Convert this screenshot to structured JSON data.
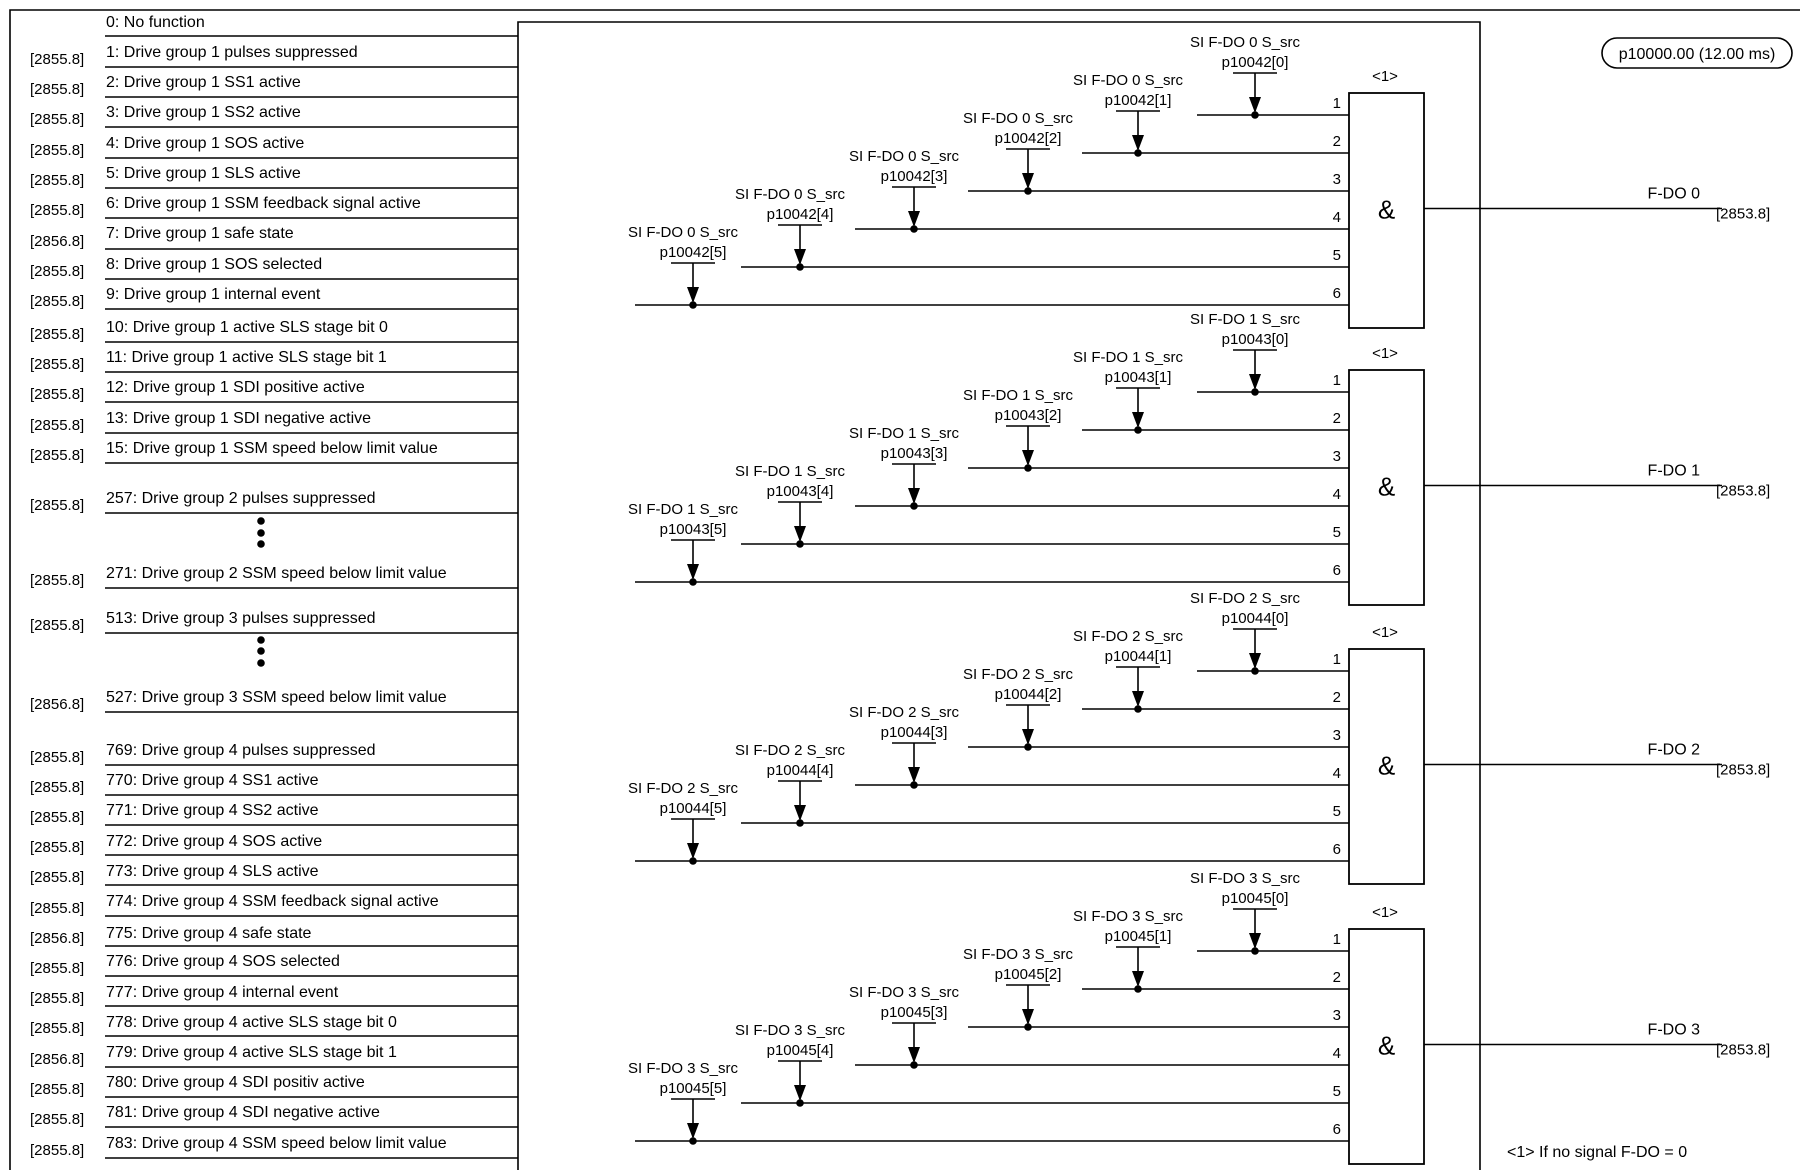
{
  "signal_list": [
    {
      "text": "0:    No function",
      "ref": ""
    },
    {
      "text": "1:    Drive group 1 pulses suppressed",
      "ref": "[2855.8]"
    },
    {
      "text": "2:    Drive group 1 SS1 active",
      "ref": "[2855.8]"
    },
    {
      "text": "3:    Drive group 1 SS2 active",
      "ref": "[2855.8]"
    },
    {
      "text": "4:    Drive group 1 SOS active",
      "ref": "[2855.8]"
    },
    {
      "text": "5:    Drive group 1 SLS active",
      "ref": "[2855.8]"
    },
    {
      "text": "6:    Drive group 1 SSM feedback signal active",
      "ref": "[2855.8]"
    },
    {
      "text": "7:    Drive group 1 safe state",
      "ref": "[2856.8]"
    },
    {
      "text": "8:    Drive group 1 SOS selected",
      "ref": "[2855.8]"
    },
    {
      "text": "9:    Drive group 1 internal event",
      "ref": "[2855.8]"
    },
    {
      "text": "10:  Drive group 1 active SLS stage bit 0",
      "ref": "[2855.8]"
    },
    {
      "text": "11:  Drive group 1 active SLS stage bit 1",
      "ref": "[2855.8]"
    },
    {
      "text": "12:  Drive group 1 SDI positive active",
      "ref": "[2855.8]"
    },
    {
      "text": "13:  Drive group 1 SDI negative active",
      "ref": "[2855.8]"
    },
    {
      "text": "15:  Drive group 1 SSM speed below limit value",
      "ref": "[2855.8]"
    },
    {
      "text": "257: Drive group 2 pulses suppressed",
      "ref": "[2855.8]"
    },
    {
      "text": "271: Drive group 2 SSM speed below limit value",
      "ref": "[2855.8]"
    },
    {
      "text": "513: Drive group 3 pulses suppressed",
      "ref": "[2855.8]"
    },
    {
      "text": "527: Drive group 3 SSM speed below limit value",
      "ref": "[2856.8]"
    },
    {
      "text": "769: Drive group 4 pulses suppressed",
      "ref": "[2855.8]"
    },
    {
      "text": "770: Drive group 4 SS1 active",
      "ref": "[2855.8]"
    },
    {
      "text": "771: Drive group 4 SS2 active",
      "ref": "[2855.8]"
    },
    {
      "text": "772: Drive group 4 SOS active",
      "ref": "[2855.8]"
    },
    {
      "text": "773: Drive group 4 SLS active",
      "ref": "[2855.8]"
    },
    {
      "text": "774: Drive group 4 SSM feedback signal active",
      "ref": "[2855.8]"
    },
    {
      "text": "775: Drive group 4 safe state",
      "ref": "[2856.8]"
    },
    {
      "text": "776: Drive group 4 SOS selected",
      "ref": "[2855.8]"
    },
    {
      "text": "777: Drive group 4 internal event",
      "ref": "[2855.8]"
    },
    {
      "text": "778: Drive group 4 active SLS stage bit 0",
      "ref": "[2855.8]"
    },
    {
      "text": "779: Drive group 4 active SLS stage bit 1",
      "ref": "[2856.8]"
    },
    {
      "text": "780: Drive group 4 SDI positiv active",
      "ref": "[2855.8]"
    },
    {
      "text": "781: Drive group 4 SDI negative active",
      "ref": "[2855.8]"
    },
    {
      "text": "783: Drive group 4 SSM speed below limit value",
      "ref": "[2855.8]"
    }
  ],
  "sample_time": "p10000.00 (12.00 ms)",
  "gate_symbol": "&",
  "note_marker": "<1>",
  "footnote": "<1>    If no signal F-DO = 0",
  "gates": [
    {
      "params": [
        "p10042[0]",
        "p10042[1]",
        "p10042[2]",
        "p10042[3]",
        "p10042[4]",
        "p10042[5]"
      ],
      "src_label": "SI F-DO 0 S_src",
      "output": "F-DO 0",
      "ref": "[2853.8]"
    },
    {
      "params": [
        "p10043[0]",
        "p10043[1]",
        "p10043[2]",
        "p10043[3]",
        "p10043[4]",
        "p10043[5]"
      ],
      "src_label": "SI F-DO 1 S_src",
      "output": "F-DO 1",
      "ref": "[2853.8]"
    },
    {
      "params": [
        "p10044[0]",
        "p10044[1]",
        "p10044[2]",
        "p10044[3]",
        "p10044[4]",
        "p10044[5]"
      ],
      "src_label": "SI F-DO 2 S_src",
      "output": "F-DO 2",
      "ref": "[2853.8]"
    },
    {
      "params": [
        "p10045[0]",
        "p10045[1]",
        "p10045[2]",
        "p10045[3]",
        "p10045[4]",
        "p10045[5]"
      ],
      "src_label": "SI F-DO 3 S_src",
      "output": "F-DO 3",
      "ref": "[2853.8]"
    }
  ],
  "input_numbers": [
    "1",
    "2",
    "3",
    "4",
    "5",
    "6"
  ]
}
